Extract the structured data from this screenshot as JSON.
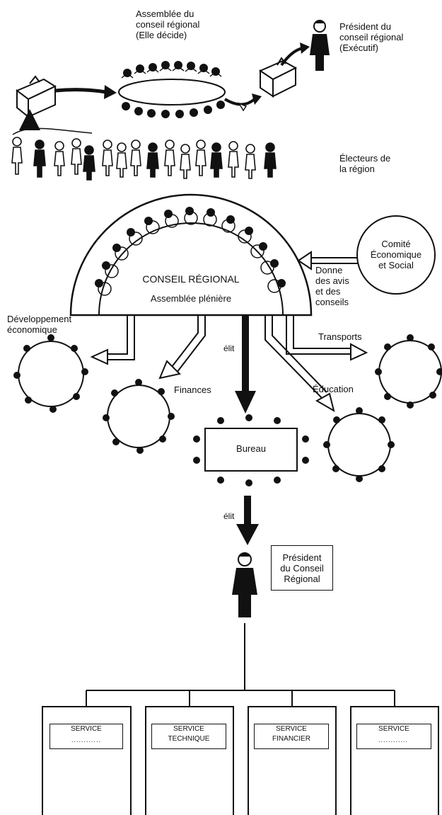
{
  "top": {
    "assemblee": "Assemblée du\nconseil régional\n(Elle décide)",
    "president": "Président du\nconseil régional\n(Exécutif)",
    "electeurs": "Électeurs de\nla région"
  },
  "conseil": {
    "title": "CONSEIL RÉGIONAL",
    "subtitle": "Assemblée plénière",
    "comite": "Comité\nÉconomique\net Social",
    "donne": "Donne\ndes avis\net des\nconseils"
  },
  "commissions": {
    "developpement": "Développement\néconomique",
    "finances": "Finances",
    "transports": "Transports",
    "education": "Éducation",
    "bureau": "Bureau"
  },
  "elit_1": "élit",
  "elit_2": "élit",
  "president_box": "Président\ndu Conseil\nRégional",
  "services": [
    {
      "label": "SERVICE",
      "dots": "............"
    },
    {
      "label": "SERVICE\nTECHNIQUE",
      "dots": ""
    },
    {
      "label": "SERVICE\nFINANCIER",
      "dots": ""
    },
    {
      "label": "SERVICE",
      "dots": "............"
    }
  ]
}
